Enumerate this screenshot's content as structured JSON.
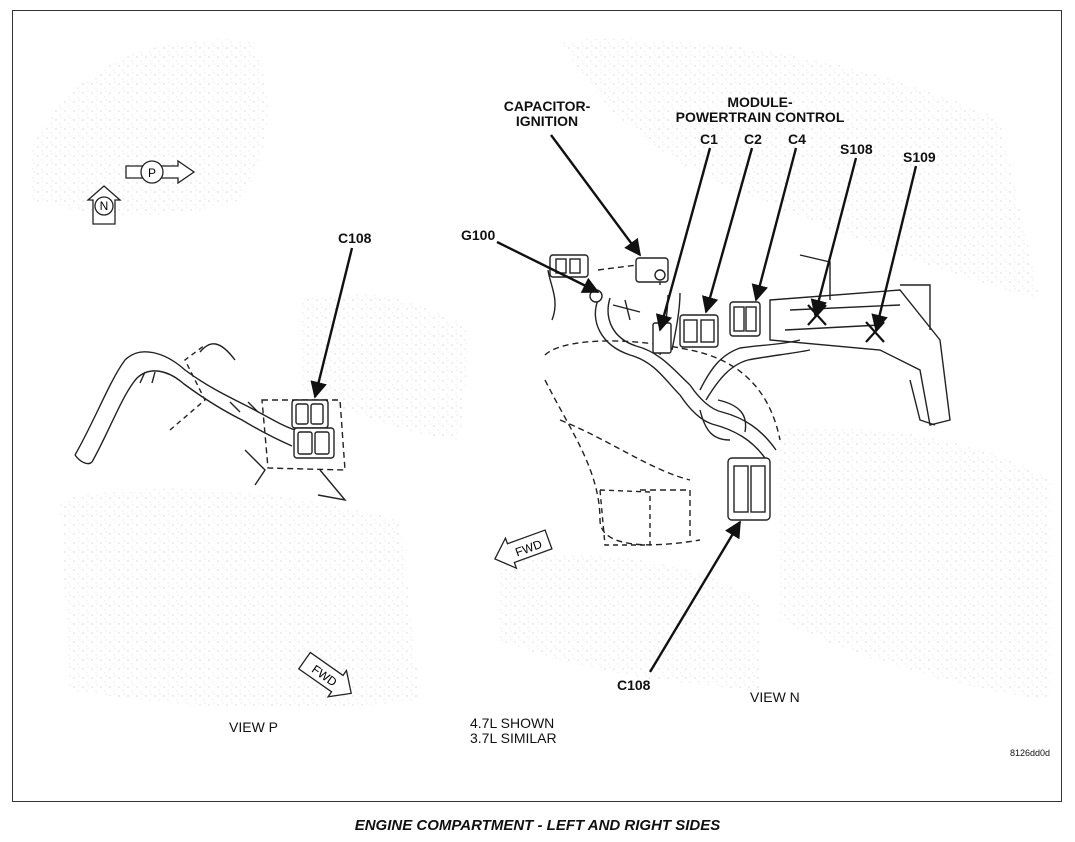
{
  "labels": {
    "capacitor": [
      "CAPACITOR-",
      "IGNITION"
    ],
    "module": [
      "MODULE-",
      "POWERTRAIN CONTROL"
    ],
    "c1": "C1",
    "c2": "C2",
    "c4": "C4",
    "s108": "S108",
    "s109": "S109",
    "g100": "G100",
    "c108_left": "C108",
    "c108_right": "C108",
    "view_p": "VIEW P",
    "view_n": "VIEW N",
    "engine_note": [
      "4.7L SHOWN",
      "3.7L SIMILAR"
    ],
    "figure_id": "8126dd0d",
    "caption": "ENGINE COMPARTMENT - LEFT AND RIGHT SIDES",
    "view_marker_p": "P",
    "view_marker_n": "N",
    "fwd": "FWD"
  }
}
